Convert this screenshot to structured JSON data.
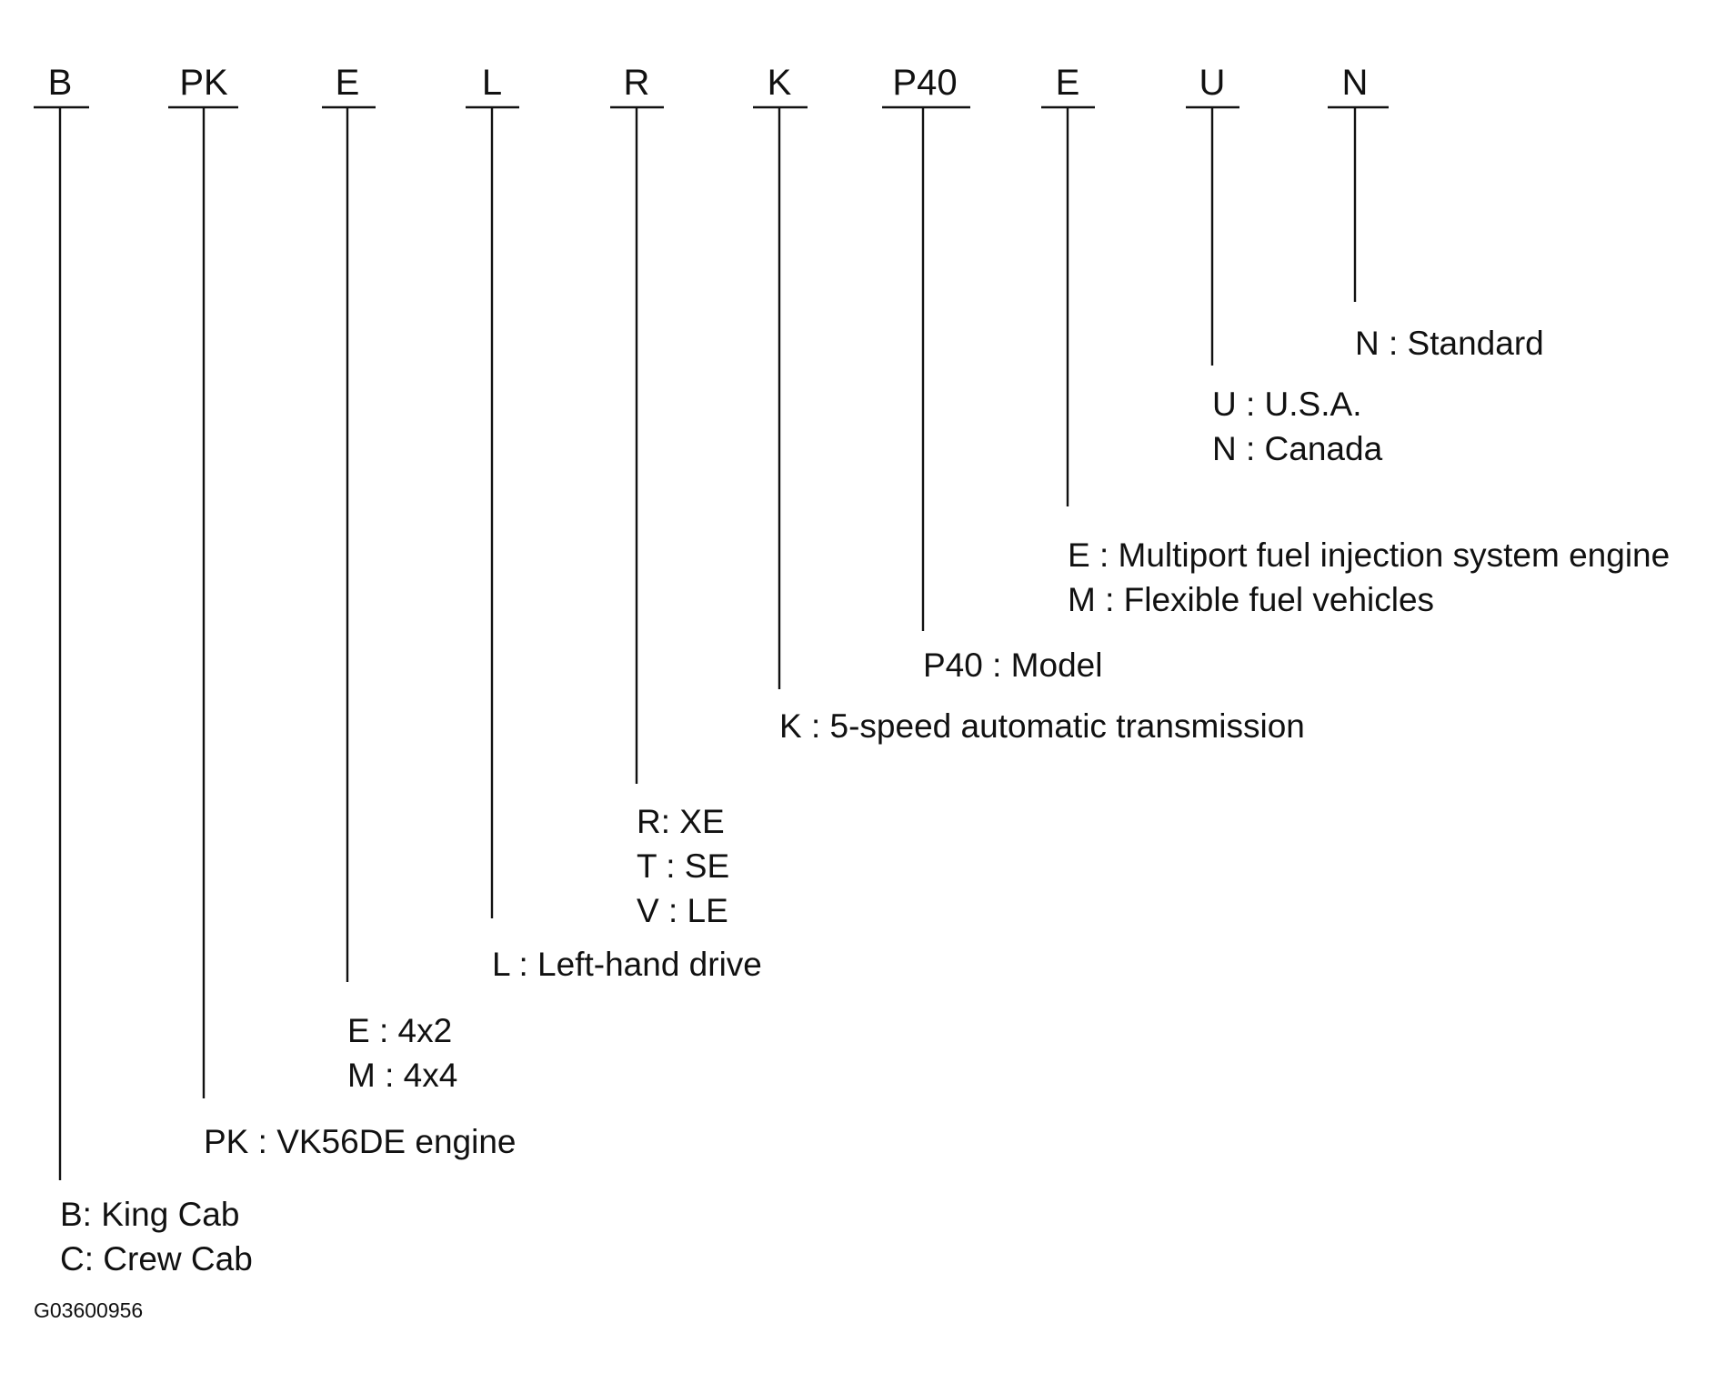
{
  "code_positions": [
    {
      "code": "B",
      "descriptions": [
        "B: King Cab",
        "C: Crew Cab"
      ]
    },
    {
      "code": "PK",
      "descriptions": [
        "PK : VK56DE engine"
      ]
    },
    {
      "code": "E",
      "descriptions": [
        "E : 4x2",
        "M : 4x4"
      ]
    },
    {
      "code": "L",
      "descriptions": [
        "L : Left-hand drive"
      ]
    },
    {
      "code": "R",
      "descriptions": [
        "R: XE",
        "T : SE",
        "V : LE"
      ]
    },
    {
      "code": "K",
      "descriptions": [
        "K : 5-speed automatic transmission"
      ]
    },
    {
      "code": "P40",
      "descriptions": [
        "P40 : Model"
      ]
    },
    {
      "code": "E",
      "descriptions": [
        "E : Multiport fuel injection system engine",
        "M : Flexible fuel vehicles"
      ]
    },
    {
      "code": "U",
      "descriptions": [
        "U : U.S.A.",
        "N : Canada"
      ]
    },
    {
      "code": "N",
      "descriptions": [
        "N : Standard"
      ]
    }
  ],
  "figure_id": "G03600956"
}
